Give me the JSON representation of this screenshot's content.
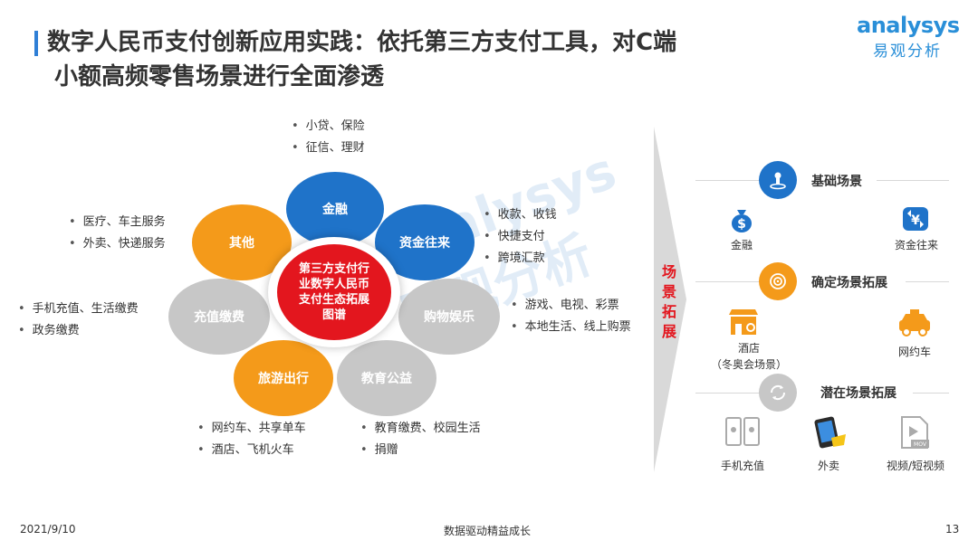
{
  "header": {
    "title_line1": "数字人民币支付创新应用实践：依托第三方支付工具，对C端",
    "title_line2": "小额高频零售场景进行全面渗透"
  },
  "logo": {
    "brand_en": "analysys",
    "brand_cn": "易观分析"
  },
  "watermark": {
    "text_en": "Analysys",
    "text_cn": "易观分析"
  },
  "diagram": {
    "center": "第三方支付行业数字人民币支付生态拓展图谱",
    "petals": {
      "finance": "金融",
      "funds": "资金往来",
      "shopping": "购物娱乐",
      "education": "教育公益",
      "travel": "旅游出行",
      "recharge": "充值缴费",
      "other": "其他"
    },
    "lists": {
      "finance": [
        "小贷、保险",
        "征信、理财"
      ],
      "funds": [
        "收款、收钱",
        "快捷支付",
        "跨境汇款"
      ],
      "shopping": [
        "游戏、电视、彩票",
        "本地生活、线上购票"
      ],
      "education": [
        "教育缴费、校园生活",
        "捐赠"
      ],
      "travel": [
        "网约车、共享单车",
        "酒店、飞机火车"
      ],
      "recharge": [
        "手机充值、生活缴费",
        "政务缴费"
      ],
      "other": [
        "医疗、车主服务",
        "外卖、快递服务"
      ]
    }
  },
  "arrow_label": "场景拓展",
  "scenes": {
    "basic": {
      "title": "基础场景",
      "items": [
        "金融",
        "资金往来"
      ]
    },
    "confirmed": {
      "title": "确定场景拓展",
      "items": [
        "酒店\n（冬奥会场景）",
        "网约车"
      ]
    },
    "potential": {
      "title": "潜在场景拓展",
      "items": [
        "手机充值",
        "外卖",
        "视频/短视频"
      ]
    }
  },
  "footer": {
    "date": "2021/9/10",
    "slogan": "数据驱动精益成长",
    "page": "13"
  },
  "colors": {
    "blue": "#1f73c9",
    "orange": "#f49a1a",
    "gray": "#c7c7c7",
    "red": "#e3161e"
  }
}
